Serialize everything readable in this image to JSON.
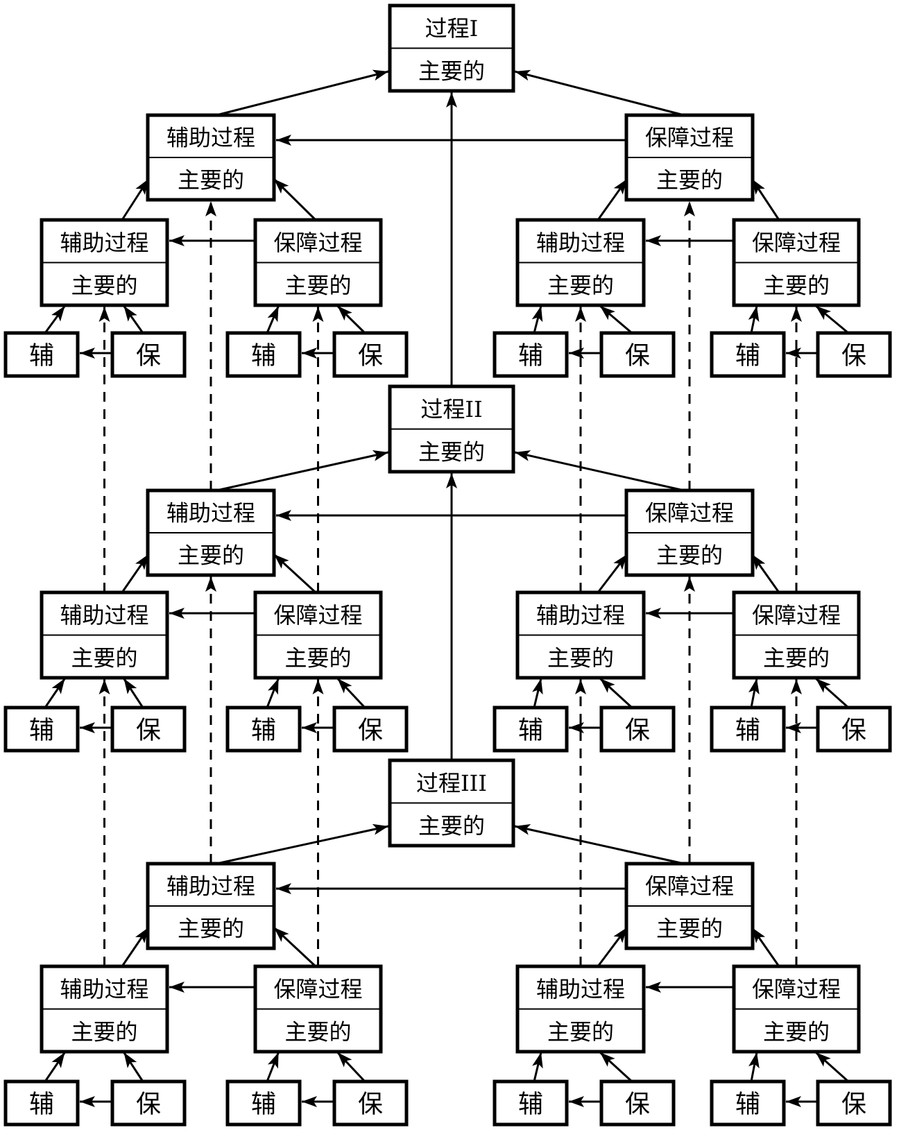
{
  "diagram_type": "process-hierarchy-flowchart",
  "colors": {
    "background": "#ffffff",
    "line": "#000000",
    "box_fill": "#ffffff",
    "text": "#000000"
  },
  "labels": {
    "auxiliary_process": "辅助过程",
    "support_process": "保障过程",
    "main": "主要的",
    "auxiliary_short": "辅",
    "support_short": "保"
  },
  "bands": [
    {
      "process": {
        "title": "过程I",
        "main": "主要的"
      },
      "level2": [
        {
          "title": "辅助过程",
          "main": "主要的"
        },
        {
          "title": "保障过程",
          "main": "主要的"
        }
      ],
      "level3": [
        {
          "title": "辅助过程",
          "main": "主要的"
        },
        {
          "title": "保障过程",
          "main": "主要的"
        },
        {
          "title": "辅助过程",
          "main": "主要的"
        },
        {
          "title": "保障过程",
          "main": "主要的"
        }
      ],
      "level4": [
        "辅",
        "保",
        "辅",
        "保",
        "辅",
        "保",
        "辅",
        "保"
      ]
    },
    {
      "process": {
        "title": "过程II",
        "main": "主要的"
      },
      "level2": [
        {
          "title": "辅助过程",
          "main": "主要的"
        },
        {
          "title": "保障过程",
          "main": "主要的"
        }
      ],
      "level3": [
        {
          "title": "辅助过程",
          "main": "主要的"
        },
        {
          "title": "保障过程",
          "main": "主要的"
        },
        {
          "title": "辅助过程",
          "main": "主要的"
        },
        {
          "title": "保障过程",
          "main": "主要的"
        }
      ],
      "level4": [
        "辅",
        "保",
        "辅",
        "保",
        "辅",
        "保",
        "辅",
        "保"
      ]
    },
    {
      "process": {
        "title": "过程III",
        "main": "主要的"
      },
      "level2": [
        {
          "title": "辅助过程",
          "main": "主要的"
        },
        {
          "title": "保障过程",
          "main": "主要的"
        }
      ],
      "level3": [
        {
          "title": "辅助过程",
          "main": "主要的"
        },
        {
          "title": "保障过程",
          "main": "主要的"
        },
        {
          "title": "辅助过程",
          "main": "主要的"
        },
        {
          "title": "保障过程",
          "main": "主要的"
        }
      ],
      "level4": [
        "辅",
        "保",
        "辅",
        "保",
        "辅",
        "保",
        "辅",
        "保"
      ]
    }
  ]
}
